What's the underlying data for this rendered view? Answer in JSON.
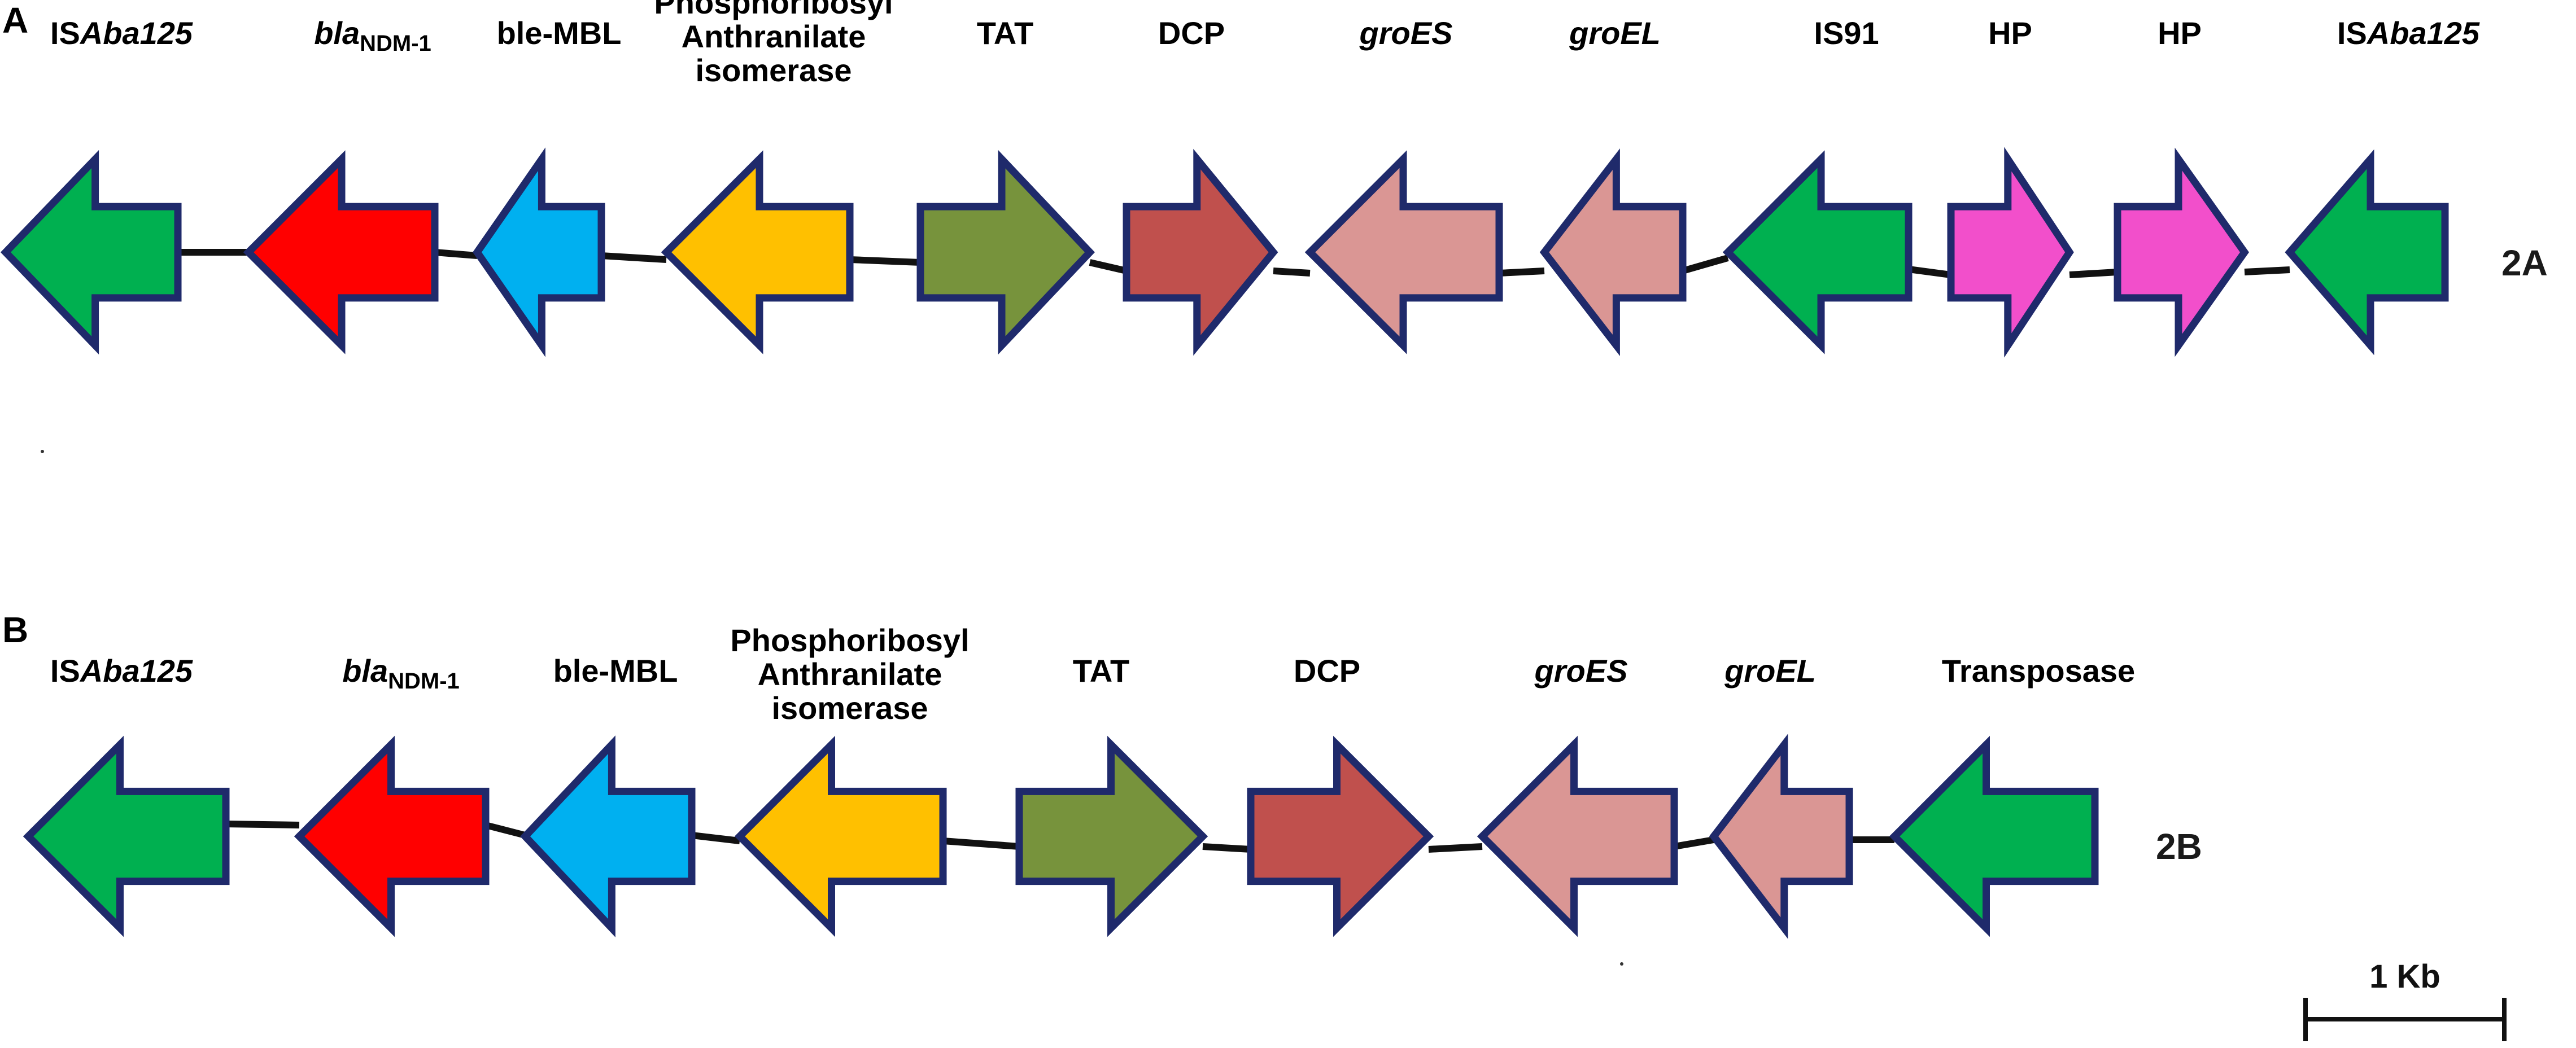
{
  "colors": {
    "outline": "#1f2a6b",
    "backbone": "#111111",
    "green": "#00b050",
    "red": "#ff0000",
    "blue": "#00b0f0",
    "yellow": "#ffc000",
    "olive": "#77933c",
    "brick": "#c0504d",
    "pink": "#da9694",
    "magenta": "#f24fcb"
  },
  "panels": [
    {
      "letter": "A",
      "tag": "2A",
      "genes": [
        {
          "label": [
            "IS",
            "Aba125"
          ],
          "style": "is",
          "dir": "left",
          "color": "green"
        },
        {
          "label": [
            "bla",
            "NDM-1"
          ],
          "style": "bla",
          "dir": "left",
          "color": "red"
        },
        {
          "label": [
            "ble-MBL"
          ],
          "style": "plain",
          "dir": "left",
          "color": "blue"
        },
        {
          "label": [
            "Phosphoribosyl",
            "Anthranilate",
            "isomerase"
          ],
          "style": "multi",
          "dir": "left",
          "color": "yellow"
        },
        {
          "label": [
            "TAT"
          ],
          "style": "plain",
          "dir": "right",
          "color": "olive"
        },
        {
          "label": [
            "DCP"
          ],
          "style": "plain",
          "dir": "right",
          "color": "brick"
        },
        {
          "label": [
            "groES"
          ],
          "style": "italic",
          "dir": "left",
          "color": "pink"
        },
        {
          "label": [
            "groEL"
          ],
          "style": "italic",
          "dir": "left",
          "color": "pink"
        },
        {
          "label": [
            "IS91"
          ],
          "style": "plain",
          "dir": "left",
          "color": "green"
        },
        {
          "label": [
            "HP"
          ],
          "style": "plain",
          "dir": "right",
          "color": "magenta"
        },
        {
          "label": [
            "HP"
          ],
          "style": "plain",
          "dir": "right",
          "color": "magenta"
        },
        {
          "label": [
            "IS",
            "Aba125"
          ],
          "style": "is",
          "dir": "left",
          "color": "green"
        }
      ]
    },
    {
      "letter": "B",
      "tag": "2B",
      "genes": [
        {
          "label": [
            "IS",
            "Aba125"
          ],
          "style": "is",
          "dir": "left",
          "color": "green"
        },
        {
          "label": [
            "bla",
            "NDM-1"
          ],
          "style": "bla",
          "dir": "left",
          "color": "red"
        },
        {
          "label": [
            "ble-MBL"
          ],
          "style": "plain",
          "dir": "left",
          "color": "blue"
        },
        {
          "label": [
            "Phosphoribosyl",
            "Anthranilate",
            "isomerase"
          ],
          "style": "multi",
          "dir": "left",
          "color": "yellow"
        },
        {
          "label": [
            "TAT"
          ],
          "style": "plain",
          "dir": "right",
          "color": "olive"
        },
        {
          "label": [
            "DCP"
          ],
          "style": "plain",
          "dir": "right",
          "color": "brick"
        },
        {
          "label": [
            "groES"
          ],
          "style": "italic",
          "dir": "left",
          "color": "pink"
        },
        {
          "label": [
            "groEL"
          ],
          "style": "italic",
          "dir": "left",
          "color": "pink"
        },
        {
          "label": [
            "Transposase"
          ],
          "style": "plain",
          "dir": "left",
          "color": "green"
        }
      ]
    }
  ],
  "scale_bar": {
    "label": "1 Kb"
  }
}
